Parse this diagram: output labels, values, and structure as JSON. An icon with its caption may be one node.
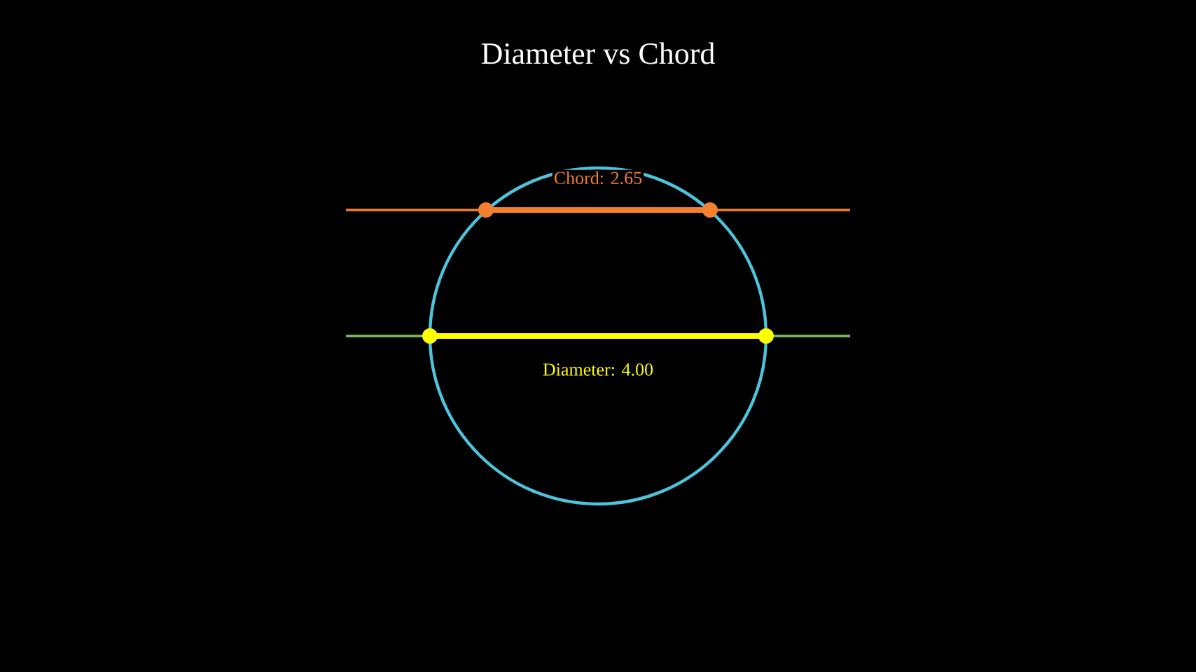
{
  "diagram": {
    "title": "Diameter vs Chord",
    "nodes": [
      {
        "text": [],
        "shape": "circle"
      },
      {
        "text": [],
        "shape": "circle"
      },
      {
        "text": [],
        "shape": "circle"
      },
      {
        "text": [],
        "shape": "circle"
      }
    ],
    "edges": [
      {
        "from": 0,
        "to": 1,
        "arrow": "none",
        "label": "Chord: 2.65",
        "color": "#f47f30"
      },
      {
        "from": 2,
        "to": 3,
        "arrow": "none",
        "label": "Diameter: 4.00",
        "color": "#ffff00"
      }
    ]
  }
}
